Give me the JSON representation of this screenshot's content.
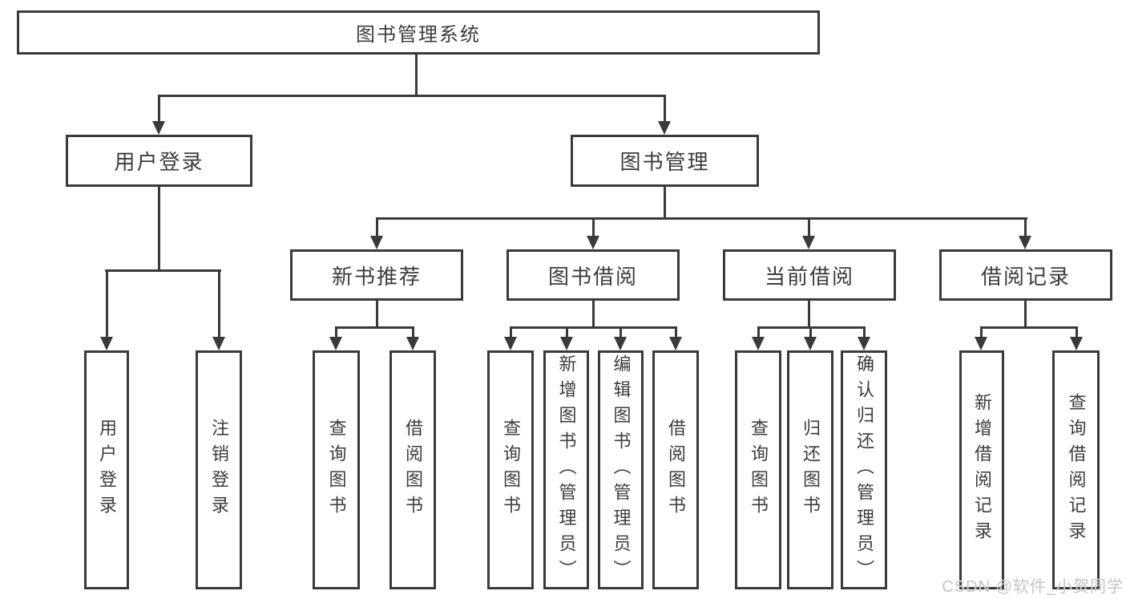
{
  "nodes": {
    "root": "图书管理系统",
    "userLogin": "用户登录",
    "bookMgmt": "图书管理",
    "newBookRec": "新书推荐",
    "bookBorrow": "图书借阅",
    "currentBorrow": "当前借阅",
    "borrowRecords": "借阅记录",
    "leafUserLogin": "用户登录",
    "leafLogout": "注销登录",
    "leafQueryBook1": "查询图书",
    "leafBorrowBook1": "借阅图书",
    "leafQueryBook2": "查询图书",
    "leafAddBook": "新增图书（管理员）",
    "leafEditBook": "编辑图书（管理员）",
    "leafBorrowBook2": "借阅图书",
    "leafQueryBook3": "查询图书",
    "leafReturnBook": "归还图书",
    "leafConfirmReturn": "确认归还（管理员）",
    "leafAddRecord": "新增借阅记录",
    "leafQueryRecord": "查询借阅记录"
  },
  "structure": {
    "图书管理系统": {
      "用户登录": [
        "用户登录",
        "注销登录"
      ],
      "图书管理": {
        "新书推荐": [
          "查询图书",
          "借阅图书"
        ],
        "图书借阅": [
          "查询图书",
          "新增图书（管理员）",
          "编辑图书（管理员）",
          "借阅图书"
        ],
        "当前借阅": [
          "查询图书",
          "归还图书",
          "确认归还（管理员）"
        ],
        "借阅记录": [
          "新增借阅记录",
          "查询借阅记录"
        ]
      }
    }
  },
  "watermark": "CSDN @软件_小贺同学",
  "colors": {
    "line": "#3a3a3a",
    "text": "#3c3c3c",
    "watermark": "#c4c4c4",
    "background": "#ffffff"
  }
}
